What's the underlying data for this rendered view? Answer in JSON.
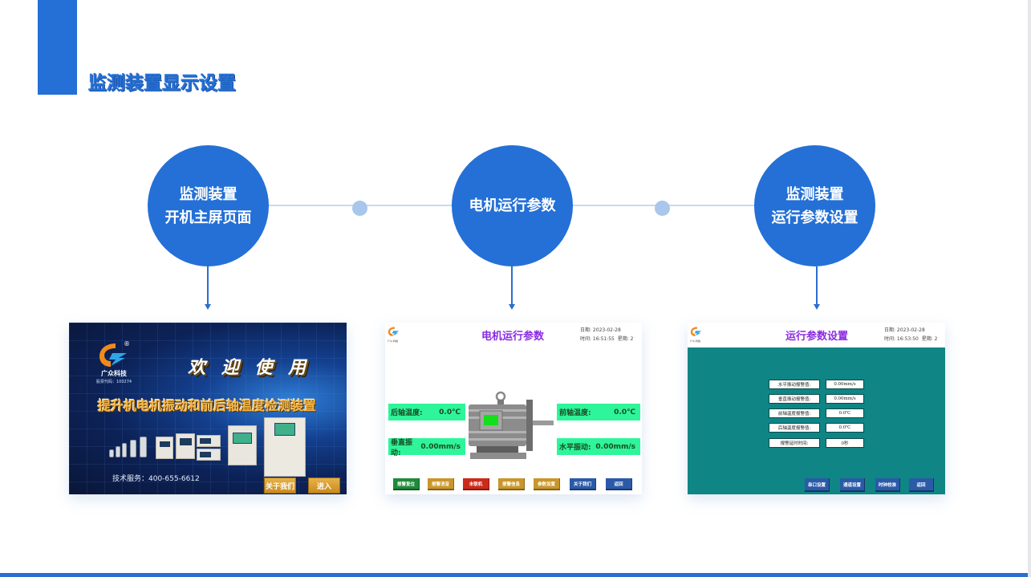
{
  "page": {
    "title": "监测装置显示设置",
    "accent_color": "#2470d6"
  },
  "timeline": {
    "steps": [
      {
        "line1": "监测装置",
        "line2": "开机主屏页面"
      },
      {
        "line1": "电机运行参数",
        "line2": ""
      },
      {
        "line1": "监测装置",
        "line2": "运行参数设置"
      }
    ]
  },
  "screens": {
    "home": {
      "brand": "广众科技",
      "registered_mark": "®",
      "stock_code": "股票代码：100274",
      "welcome": "欢 迎 使 用",
      "product_name": "提升机电机振动和前后轴温度检测装置",
      "service": "技术服务：400-655-6612",
      "buttons": [
        "关于我们",
        "进入"
      ]
    },
    "motor": {
      "logo_text": "广众·科技",
      "title": "电机运行参数",
      "date": "日期: 2023-02-28",
      "time": "时间: 16:51:55",
      "weekday": "星期: 2",
      "readings": [
        {
          "label": "后轴温度:",
          "value": "0.0℃"
        },
        {
          "label": "前轴温度:",
          "value": "0.0℃"
        },
        {
          "label": "垂直振动:",
          "value": "0.00mm/s"
        },
        {
          "label": "水平振动:",
          "value": "0.00mm/s"
        }
      ],
      "buttons": [
        {
          "label": "报警复位",
          "color": "#1f8a3a"
        },
        {
          "label": "报警消音",
          "color": "#c9962a"
        },
        {
          "label": "未联机",
          "color": "#cc2a1a"
        },
        {
          "label": "报警信息",
          "color": "#c9962a"
        },
        {
          "label": "参数设置",
          "color": "#c9962a"
        },
        {
          "label": "关于我们",
          "color": "#2b5aa8"
        },
        {
          "label": "返回",
          "color": "#2b5aa8"
        }
      ]
    },
    "settings": {
      "logo_text": "广众·科技",
      "title": "运行参数设置",
      "date": "日期: 2023-02-28",
      "time": "时间: 16:53:50",
      "weekday": "星期: 2",
      "params": [
        {
          "label": "水平振动报警值:",
          "value": "0.00mm/s"
        },
        {
          "label": "垂直振动报警值:",
          "value": "0.00mm/s"
        },
        {
          "label": "前轴温度报警值:",
          "value": "0.0℃"
        },
        {
          "label": "后轴温度报警值:",
          "value": "0.0℃"
        },
        {
          "label": "报警延时时间:",
          "value": "0秒"
        }
      ],
      "buttons": [
        "串口设置",
        "通道设置",
        "时钟校准",
        "返回"
      ]
    }
  }
}
